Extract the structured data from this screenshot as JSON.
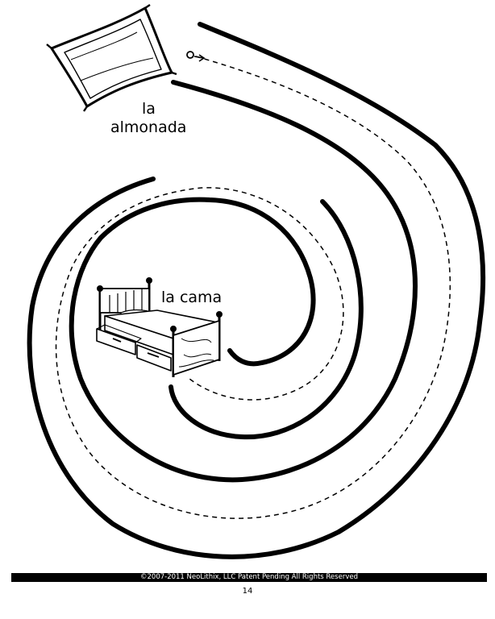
{
  "labels": {
    "pillow_line1": "la",
    "pillow_line2": "almonada",
    "bed": "la cama"
  },
  "footer": {
    "copyright": "©2007-2011  NeoLithix, LLC  Patent Pending  All Rights Reserved",
    "page_number": "14"
  },
  "icons": {
    "start": "start-circle-icon",
    "pillow": "pillow-icon",
    "bed": "bed-icon"
  },
  "colors": {
    "ink": "#000000",
    "paper": "#ffffff"
  }
}
